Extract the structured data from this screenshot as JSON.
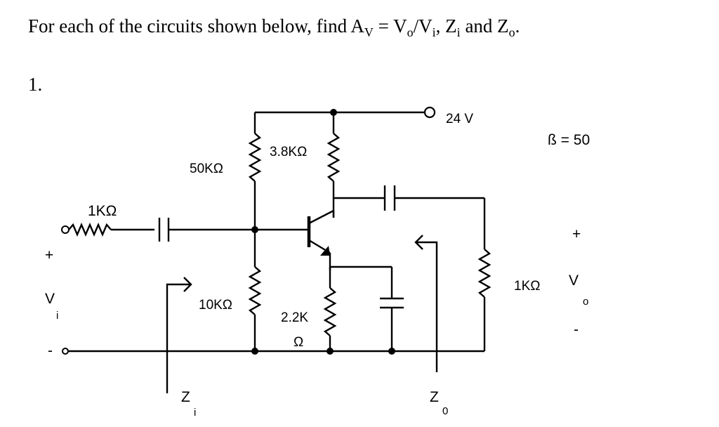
{
  "question": {
    "prefix": "For each of the circuits shown below, find A",
    "av_sub": "V",
    "eq": " = V",
    "vo_sub": "o",
    "slash": "/V",
    "vi_sub": "i",
    "comma": ", Z",
    "zi_sub": "i",
    "and": " and Z",
    "zo_sub": "o",
    "end": "."
  },
  "problem_number": "1.",
  "circuit": {
    "supply": "24 V",
    "beta": "ß = 50",
    "r_source": "1KΩ",
    "r_b1": "50KΩ",
    "r_b2": "10KΩ",
    "r_c": "3.8KΩ",
    "r_e_line1": "2.2K",
    "r_e_line2": "Ω",
    "r_load": "1KΩ",
    "vi_sym": "V",
    "vi_sub": "i",
    "vo_sym": "V",
    "vo_sub": "o",
    "zi_sym": "Z",
    "zi_sub": "i",
    "zo_sym": "Z",
    "zo_sub": "0",
    "plus": "+",
    "minus": "-"
  }
}
